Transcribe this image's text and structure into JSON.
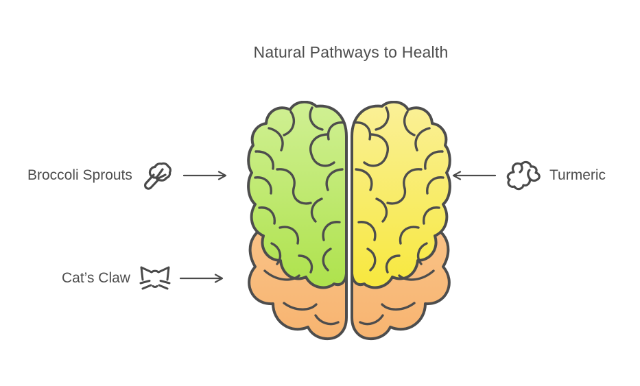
{
  "title": "Natural Pathways to Health",
  "items": [
    {
      "label": "Broccoli Sprouts",
      "icon": "broccoli-icon",
      "side": "left"
    },
    {
      "label": "Cat’s Claw",
      "icon": "cat-icon",
      "side": "left"
    },
    {
      "label": "Turmeric",
      "icon": "turmeric-icon",
      "side": "right"
    }
  ],
  "diagram": {
    "type": "brain-top-view-two-hemispheres",
    "left_hemisphere_color_name": "green",
    "right_hemisphere_color_name": "yellow",
    "lower_lobes_color_name": "orange"
  },
  "colors": {
    "background": "#ffffff",
    "outline": "#4d4d4d",
    "icon_stroke": "#4a4a4a",
    "text": "#4d4d4d",
    "green_top": "#d0f094",
    "green_bottom": "#aee24c",
    "yellow_top": "#faf098",
    "yellow_bottom": "#f7e83e",
    "orange_top": "#fbc78f",
    "orange_bottom": "#f7b470"
  }
}
